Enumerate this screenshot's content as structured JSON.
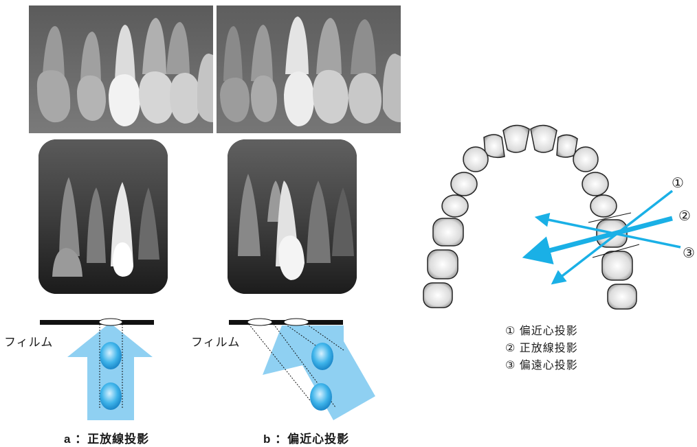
{
  "film_label": "フィルム",
  "captions": {
    "a": "a ：正放線投影",
    "b": "b ：偏近心投影"
  },
  "beam_markers": [
    "①",
    "②",
    "③"
  ],
  "legend": [
    {
      "mark": "①",
      "text": "偏近心投影"
    },
    {
      "mark": "②",
      "text": "正放線投影"
    },
    {
      "mark": "③",
      "text": "偏遠心投影"
    }
  ],
  "colors": {
    "beam_blue": "#1ab0e6",
    "arrow_fill": "#8fd0f2",
    "film": "#111111"
  }
}
